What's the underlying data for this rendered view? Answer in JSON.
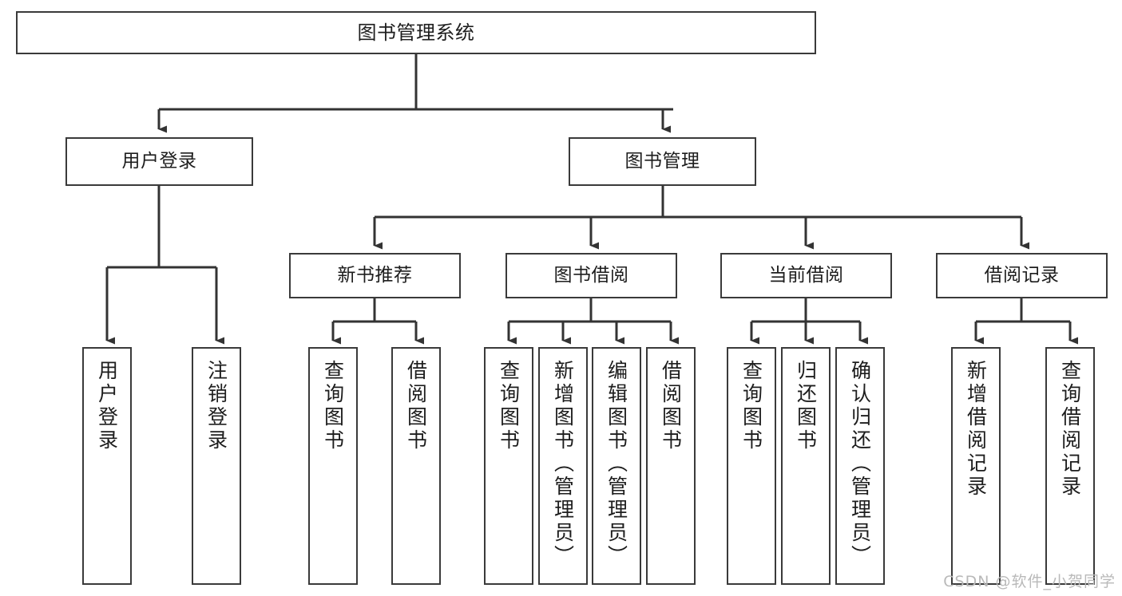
{
  "diagram": {
    "title": "图书管理系统",
    "type": "tree-hierarchy-chart",
    "orientation": "top-down",
    "watermark": "CSDN @软件_小贺同学",
    "colors": {
      "border": "#3a3a3a",
      "node_fill": "#ffffff",
      "edge": "#333333",
      "text": "#1d1d1d",
      "watermark": "#b9b9b9",
      "background": "#ffffff"
    },
    "nodes": {
      "root": {
        "id": "root",
        "label": "图书管理系统",
        "level": 1,
        "orientation": "horizontal"
      },
      "level2": [
        {
          "id": "user-login",
          "label": "用户登录",
          "level": 2,
          "orientation": "horizontal"
        },
        {
          "id": "book-management",
          "label": "图书管理",
          "level": 2,
          "orientation": "horizontal"
        }
      ],
      "level3": [
        {
          "id": "new-book-recommend",
          "label": "新书推荐",
          "level": 3,
          "orientation": "horizontal"
        },
        {
          "id": "book-borrow",
          "label": "图书借阅",
          "level": 3,
          "orientation": "horizontal"
        },
        {
          "id": "current-borrow",
          "label": "当前借阅",
          "level": 3,
          "orientation": "horizontal"
        },
        {
          "id": "borrow-record",
          "label": "借阅记录",
          "level": 3,
          "orientation": "horizontal"
        }
      ],
      "leaves": [
        {
          "id": "leaf-user-login",
          "label": "用户登录",
          "parent": "user-login",
          "orientation": "vertical"
        },
        {
          "id": "leaf-user-logout",
          "label": "注销登录",
          "parent": "user-login",
          "orientation": "vertical"
        },
        {
          "id": "leaf-query-book-1",
          "label": "查询图书",
          "parent": "new-book-recommend",
          "orientation": "vertical"
        },
        {
          "id": "leaf-borrow-book-1",
          "label": "借阅图书",
          "parent": "new-book-recommend",
          "orientation": "vertical"
        },
        {
          "id": "leaf-query-book-2",
          "label": "查询图书",
          "parent": "book-borrow",
          "orientation": "vertical"
        },
        {
          "id": "leaf-add-book",
          "label": "新增图书（管理员）",
          "parent": "book-borrow",
          "orientation": "vertical"
        },
        {
          "id": "leaf-edit-book",
          "label": "编辑图书（管理员）",
          "parent": "book-borrow",
          "orientation": "vertical"
        },
        {
          "id": "leaf-borrow-book-2",
          "label": "借阅图书",
          "parent": "book-borrow",
          "orientation": "vertical"
        },
        {
          "id": "leaf-query-book-3",
          "label": "查询图书",
          "parent": "current-borrow",
          "orientation": "vertical"
        },
        {
          "id": "leaf-return-book",
          "label": "归还图书",
          "parent": "current-borrow",
          "orientation": "vertical"
        },
        {
          "id": "leaf-confirm-return",
          "label": "确认归还（管理员）",
          "parent": "current-borrow",
          "orientation": "vertical"
        },
        {
          "id": "leaf-add-record",
          "label": "新增借阅记录",
          "parent": "borrow-record",
          "orientation": "vertical"
        },
        {
          "id": "leaf-query-record",
          "label": "查询借阅记录",
          "parent": "borrow-record",
          "orientation": "vertical"
        }
      ]
    },
    "edges": [
      {
        "from": "root",
        "to": "user-login"
      },
      {
        "from": "root",
        "to": "book-management"
      },
      {
        "from": "user-login",
        "to": "leaf-user-login"
      },
      {
        "from": "user-login",
        "to": "leaf-user-logout"
      },
      {
        "from": "book-management",
        "to": "new-book-recommend"
      },
      {
        "from": "book-management",
        "to": "book-borrow"
      },
      {
        "from": "book-management",
        "to": "current-borrow"
      },
      {
        "from": "book-management",
        "to": "borrow-record"
      },
      {
        "from": "new-book-recommend",
        "to": "leaf-query-book-1"
      },
      {
        "from": "new-book-recommend",
        "to": "leaf-borrow-book-1"
      },
      {
        "from": "book-borrow",
        "to": "leaf-query-book-2"
      },
      {
        "from": "book-borrow",
        "to": "leaf-add-book"
      },
      {
        "from": "book-borrow",
        "to": "leaf-edit-book"
      },
      {
        "from": "book-borrow",
        "to": "leaf-borrow-book-2"
      },
      {
        "from": "current-borrow",
        "to": "leaf-query-book-3"
      },
      {
        "from": "current-borrow",
        "to": "leaf-return-book"
      },
      {
        "from": "current-borrow",
        "to": "leaf-confirm-return"
      },
      {
        "from": "borrow-record",
        "to": "leaf-add-record"
      },
      {
        "from": "borrow-record",
        "to": "leaf-query-record"
      }
    ]
  }
}
